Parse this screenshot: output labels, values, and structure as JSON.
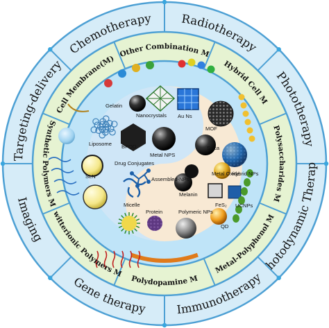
{
  "outer_ring": {
    "labels": [
      "Chemotherapy",
      "Radiotherapy",
      "Phototherapy",
      "Photodynamic Therapy",
      "Immunotherapy",
      "Gene therapy",
      "Imaging",
      "Targeting-delivery"
    ]
  },
  "middle_ring": {
    "labels": [
      "Other Combination M",
      "Hybrid Cell M",
      "Polysaccharides M",
      "Metal-Polyphenol M",
      "Polydopamine M",
      "Zwitterionic Polymers M",
      "Synthetic Polymers M",
      "Cell Membrane(M)"
    ]
  },
  "nanoparticles": {
    "gelatin": "Gelatin",
    "nanocrystals": "Nanocrystals",
    "au_ns": "Au Ns",
    "mof": "MOF",
    "bpqd": "BPQD",
    "metal_nps": "Metal NPS",
    "silica": "Silica",
    "liposome": "Liposome",
    "drug_conjugates": "Drug Conjugates",
    "metal_oxide": "Metal Oxide",
    "hybrid_nps": "Hybrid NPs",
    "assembled_nps": "Assembled-NPs",
    "sln": "SLN",
    "melanin": "Melanin",
    "fes2": "FeS₂",
    "ucnps": "UCNPs",
    "micelle": "Micelle",
    "protein": "Protein",
    "polymeric_nps": "Polymeric NPs",
    "qd": "QD"
  }
}
